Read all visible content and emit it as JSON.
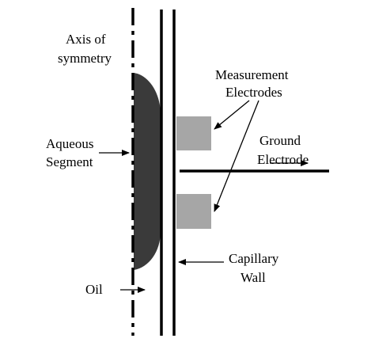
{
  "labels": {
    "axis_line1": "Axis of",
    "axis_line2": "symmetry",
    "meas_line1": "Measurement",
    "meas_line2": "Electrodes",
    "aqueous_line1": "Aqueous",
    "aqueous_line2": "Segment",
    "ground_line1": "Ground",
    "ground_line2": "Electrode",
    "capillary_line1": "Capillary",
    "capillary_line2": "Wall",
    "oil": "Oil"
  },
  "colors": {
    "aqueous_segment": "#3a3a3a",
    "electrode_fill": "#a6a6a6",
    "line": "#000000"
  }
}
